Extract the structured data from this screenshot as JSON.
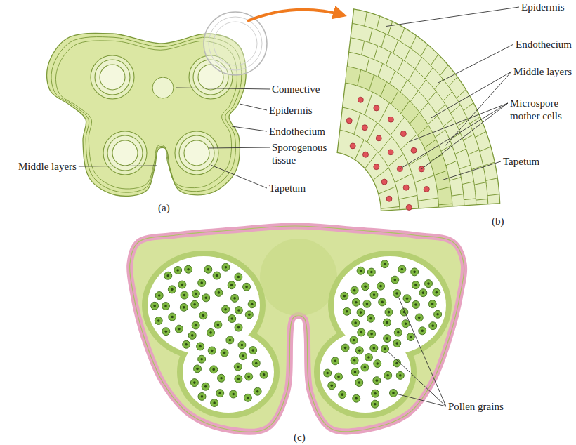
{
  "diagram": {
    "labels": [
      "Connective",
      "Epidermis",
      "Endothecium",
      "Sporogenous tissue",
      "Middle layers",
      "Tapetum",
      "(a)",
      "Epidermis",
      "Endothecium",
      "Middle layers",
      "Microspore mother cells",
      "Tapetum",
      "(b)",
      "Pollen grains",
      "(c)"
    ]
  }
}
